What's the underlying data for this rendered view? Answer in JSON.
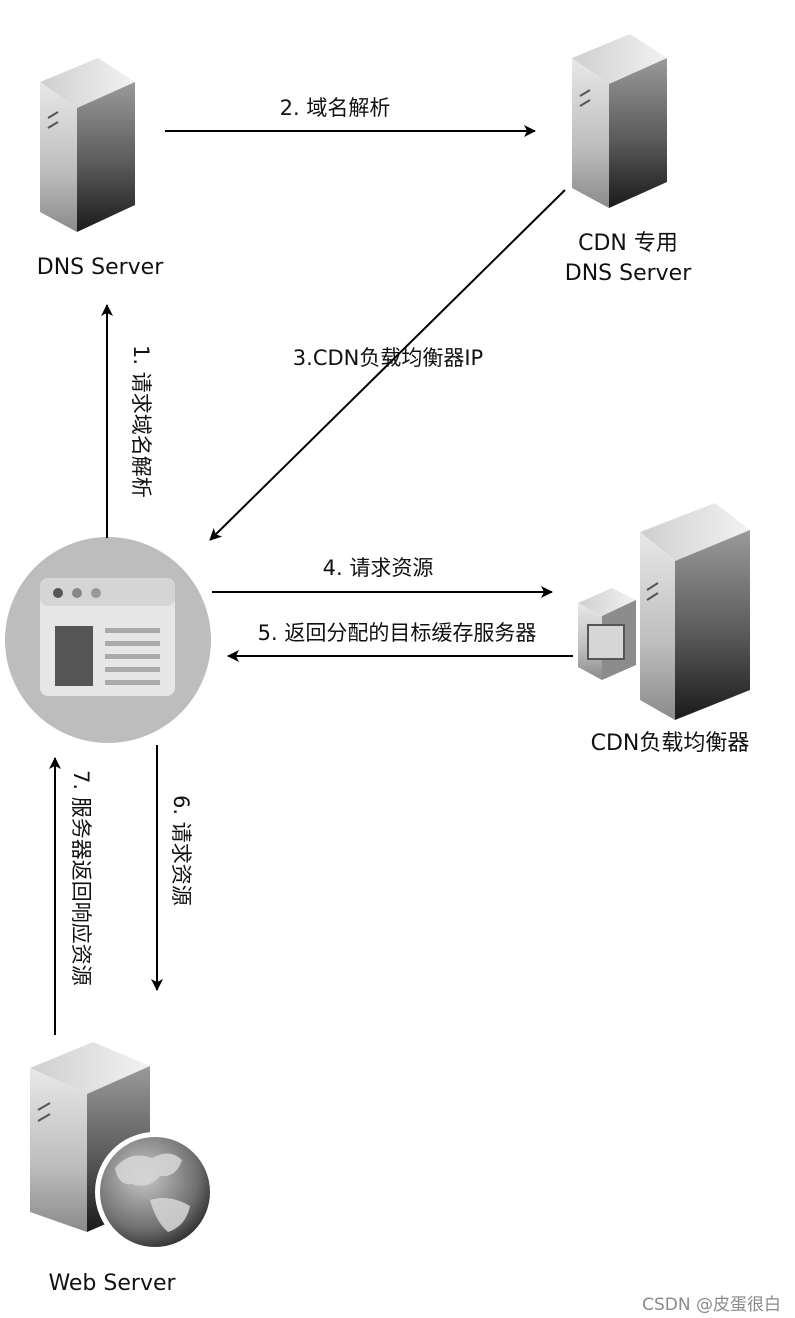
{
  "nodes": {
    "dns_server": "DNS Server",
    "cdn_dns_line1": "CDN 专用",
    "cdn_dns_line2": "DNS Server",
    "cdn_lb": "CDN负载均衡器",
    "web_server": "Web Server"
  },
  "edges": {
    "e1": "1. 请求域名解析",
    "e2": "2. 域名解析",
    "e3": "3.CDN负载均衡器IP",
    "e4": "4. 请求资源",
    "e5": "5. 返回分配的目标缓存服务器",
    "e6": "6. 请求资源",
    "e7": "7. 服务器返回响应资源"
  },
  "watermark": "CSDN @皮蛋很白"
}
